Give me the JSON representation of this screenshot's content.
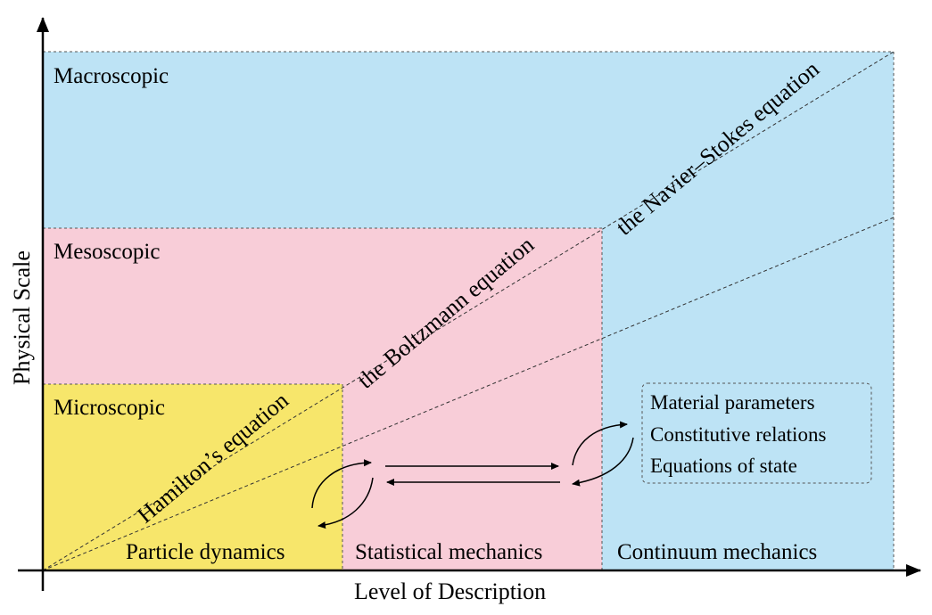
{
  "axes": {
    "x_label": "Level of Description",
    "y_label": "Physical Scale"
  },
  "regions": {
    "macroscopic": "Macroscopic",
    "mesoscopic": "Mesoscopic",
    "microscopic": "Microscopic"
  },
  "equations": {
    "hamilton": "Hamilton’s equation",
    "boltzmann": "the Boltzmann equation",
    "navier_stokes": "the Navier–Stokes equation"
  },
  "descriptions": {
    "particle": "Particle dynamics",
    "statistical": "Statistical mechanics",
    "continuum": "Continuum mechanics"
  },
  "info_box": {
    "lines": [
      "Material parameters",
      "Constitutive relations",
      "Equations of state"
    ]
  },
  "colors": {
    "macroscopic": "#bde3f5",
    "mesoscopic": "#f8cdd8",
    "microscopic": "#f7e66b"
  }
}
